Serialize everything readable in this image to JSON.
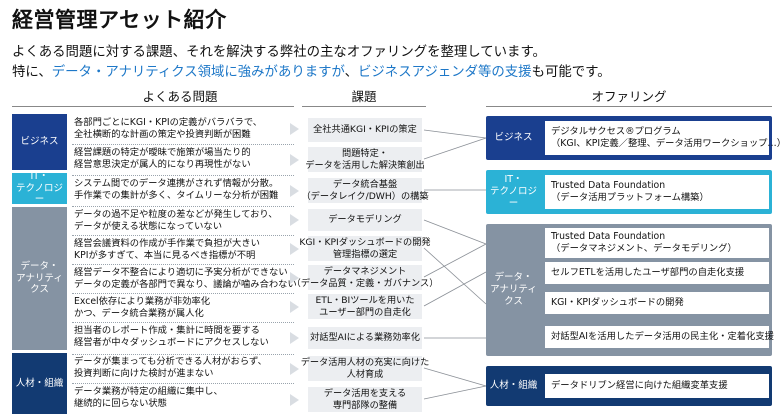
{
  "title": "経営管理アセット紹介",
  "intro": {
    "line1": "よくある問題に対する課題、それを解決する弊社の主なオファリングを整理しています。",
    "line2_prefix": "特に、",
    "line2_hl1": "データ・アナリティクス領域に強みがありますが",
    "line2_mid": "、",
    "line2_hl2": "ビジネスアジェンダ等の支援",
    "line2_suffix": "も可能です。"
  },
  "headers": {
    "problems": "よくある問題",
    "issues": "課題",
    "offerings": "オファリング"
  },
  "colors": {
    "dark_blue": "#1a3f8f",
    "mid_blue": "#1e78c8",
    "cyan": "#2bb2d6",
    "gray": "#8593a3",
    "navy": "#123a72",
    "issue_bg": "#eceef1",
    "highlight": "#1e78c8"
  },
  "categories": [
    {
      "label": "ビジネス"
    },
    {
      "label": "IT・\nテクノロジー"
    },
    {
      "label": "データ・\nアナリティクス"
    },
    {
      "label": "人材・組織"
    }
  ],
  "problems": [
    {
      "line1": "各部門ごとにKGI・KPIの定義がバラバラで、",
      "line2": "全社横断的な計画の策定や投資判断が困難"
    },
    {
      "line1": "経営課題の特定が曖昧で施策が場当たり的",
      "line2": "経営意思決定が属人的になり再現性がない"
    },
    {
      "line1": "システム間でのデータ連携がされず情報が分散。",
      "line2": "手作業での集計が多く、タイムリーな分析が困難"
    },
    {
      "line1": "データの過不足や粒度の差などが発生しており、",
      "line2": "データが使える状態になっていない"
    },
    {
      "line1": "経営会議資料の作成が手作業で負担が大きい",
      "line2": "KPIが多すぎて、本当に見るべき指標が不明"
    },
    {
      "line1": "経営データ不整合により適切に予実分析ができない",
      "line2": "データの定義が各部門で異なり、議論が噛み合わない"
    },
    {
      "line1": "Excel依存により業務が非効率化",
      "line2": "かつ、データ統合業務が属人化"
    },
    {
      "line1": "担当者のレポート作成・集計に時間を要する",
      "line2": "経営者が中々ダッシュボードにアクセスしない"
    },
    {
      "line1": "データが集まっても分析できる人材がおらず、",
      "line2": "投資判断に向けた検討が進まない"
    },
    {
      "line1": "データ業務が特定の組織に集中し、",
      "line2": "継続的に回らない状態"
    }
  ],
  "issues": [
    {
      "line1": "全社共通KGI・KPIの策定",
      "line2": ""
    },
    {
      "line1": "問題特定・",
      "line2": "データを活用した解決策創出"
    },
    {
      "line1": "データ統合基盤",
      "line2": "（データレイク/DWH）の構築"
    },
    {
      "line1": "データモデリング",
      "line2": ""
    },
    {
      "line1": "KGI・KPIダッシュボードの開発",
      "line2": "管理指標の選定"
    },
    {
      "line1": "データマネジメント",
      "line2": "（データ品質・定義・ガバナンス）"
    },
    {
      "line1": "ETL・BIツールを用いた",
      "line2": "ユーザー部門の自走化"
    },
    {
      "line1": "対話型AIによる業務効率化",
      "line2": ""
    },
    {
      "line1": "データ活用人材の充実に向けた",
      "line2": "人材育成"
    },
    {
      "line1": "データ活用を支える",
      "line2": "専門部隊の整備"
    }
  ],
  "offerings": [
    {
      "label": "ビジネス",
      "items": [
        {
          "line1": "デジタルサクセス®プログラム",
          "line2": "（KGI、KPI定義／整理、データ活用ワークショップ…）"
        }
      ]
    },
    {
      "label": "IT・\nテクノロジー",
      "items": [
        {
          "line1": "Trusted Data Foundation",
          "line2": "（データ活用プラットフォーム構築）"
        }
      ]
    },
    {
      "label": "データ・\nアナリティクス",
      "items": [
        {
          "line1": "Trusted Data Foundation",
          "line2": "（データマネジメント、データモデリング）"
        },
        {
          "line1": "セルフETLを活用したユーザ部門の自走化支援",
          "line2": ""
        },
        {
          "line1": "KGI・KPIダッシュボードの開発",
          "line2": ""
        },
        {
          "line1": "対話型AIを活用したデータ活用の民主化・定着化支援",
          "line2": ""
        }
      ]
    },
    {
      "label": "人材・組織",
      "items": [
        {
          "line1": "データドリブン経営に向けた組織変革支援",
          "line2": ""
        }
      ]
    }
  ]
}
